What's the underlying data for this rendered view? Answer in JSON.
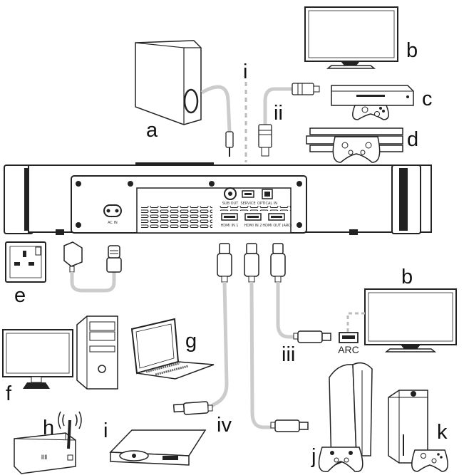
{
  "labels": {
    "a": "a",
    "b_top": "b",
    "c": "c",
    "d": "d",
    "e": "e",
    "f": "f",
    "g": "g",
    "b_right": "b",
    "h": "h",
    "i_device": "i",
    "j": "j",
    "k": "k",
    "i_roman": "i",
    "ii": "ii",
    "iii": "iii",
    "iv": "iv"
  },
  "ports": {
    "sub_out": "SUB OUT",
    "service": "SERVICE",
    "optical_in": "OPTICAL IN",
    "ac_in": "AC IN",
    "hdmi_in_1": "HDMI IN 1",
    "hdmi_in_2": "HDMI IN 2",
    "hdmi_out_arc": "HDMI OUT (ARC)"
  },
  "tv_port_label": "ARC",
  "router_text": "ⅡⅡ"
}
